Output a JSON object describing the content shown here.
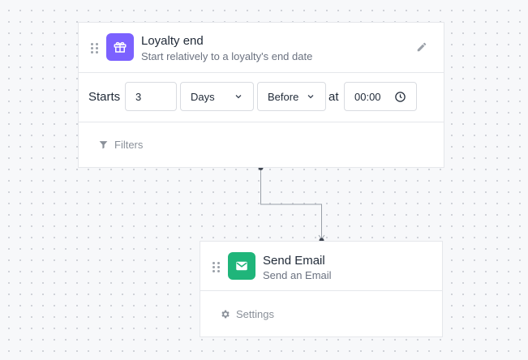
{
  "trigger_node": {
    "title": "Loyalty end",
    "subtitle": "Start relatively to a loyalty's end date",
    "icon": "gift-icon",
    "icon_bg": "#7b61ff",
    "starts_label": "Starts",
    "amount_value": "3",
    "unit_value": "Days",
    "relation_value": "Before",
    "at_label": "at",
    "time_value": "00:00",
    "filters_label": "Filters"
  },
  "action_node": {
    "title": "Send Email",
    "subtitle": "Send an Email",
    "icon": "envelope-icon",
    "icon_bg": "#1fb57a",
    "settings_label": "Settings"
  },
  "colors": {
    "connector": "#9aa0a8",
    "connector_dot": "#3f4651"
  }
}
